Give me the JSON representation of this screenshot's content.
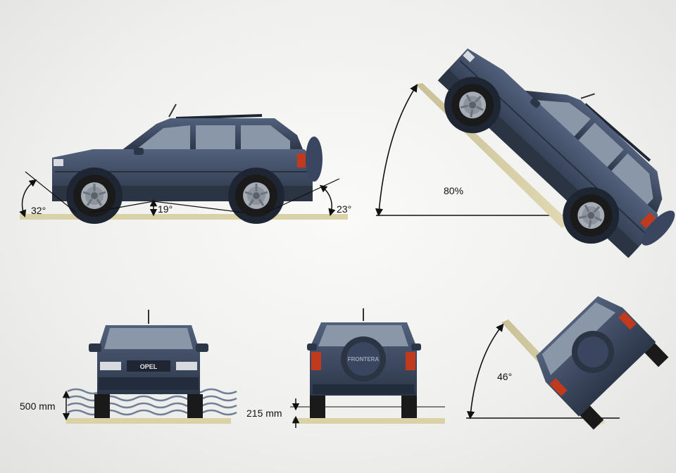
{
  "labels": {
    "approach_angle": "32°",
    "ramp_breakover_angle": "19°",
    "departure_angle": "23°",
    "climbing_gradient": "80%",
    "wading_depth": "500 mm",
    "ground_clearance": "215 mm",
    "side_tilt_angle": "46°"
  },
  "vehicle": {
    "front_badge": "OPEL",
    "spare_tire_text": "FRONTERA"
  },
  "colors": {
    "body": "#3c4a63",
    "body_dark": "#232c3d",
    "glass": "#8a97a8",
    "tire": "#1a1a1a",
    "rim": "#a7adb5",
    "ground": "#d9d2a6",
    "water": "#6f7f95",
    "taillight": "#c23a1e"
  }
}
